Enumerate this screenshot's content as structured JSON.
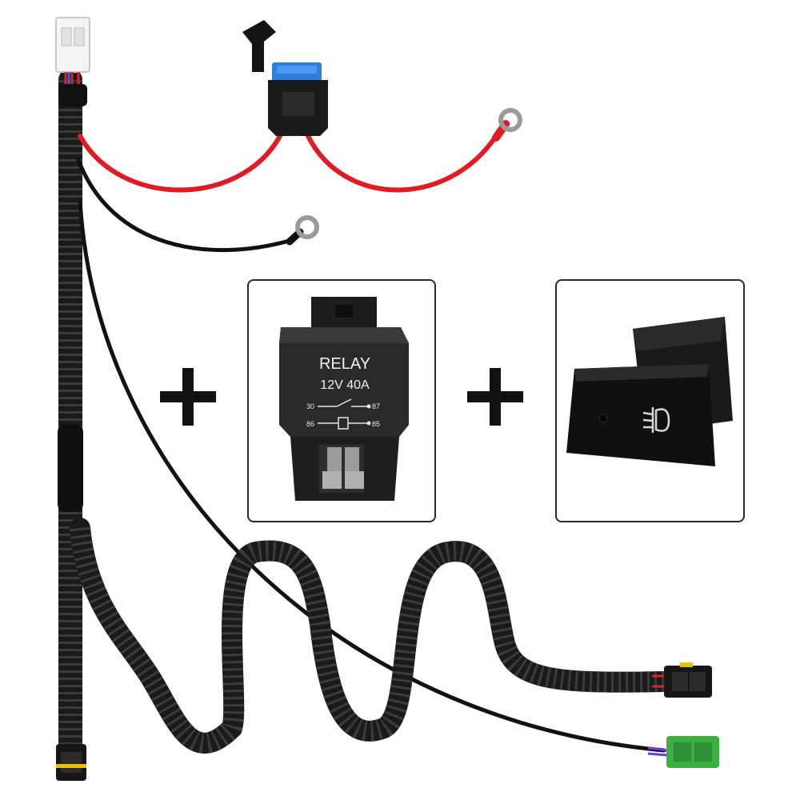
{
  "product": {
    "relay": {
      "brand_label": "RELAY",
      "rating_label": "12V 40A",
      "pin_30": "30",
      "pin_87": "87",
      "pin_86": "86",
      "pin_85": "85"
    },
    "switch": {
      "icon": "fog-light-icon"
    },
    "colors": {
      "red_wire": "#e01b24",
      "black_wire": "#111111",
      "sheath": "#1b1b1b",
      "fuse": "#2f7fd8",
      "green_connector": "#3cb043",
      "white_connector": "#f3f3f3"
    }
  }
}
